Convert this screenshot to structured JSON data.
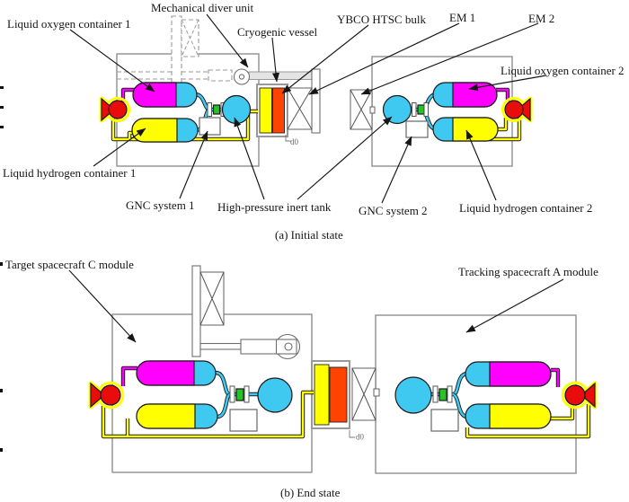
{
  "figure": {
    "panel_a": {
      "caption": "(a) Initial state",
      "labels": {
        "mechanical_diver_unit": "Mechanical diver unit",
        "liquid_oxygen_container_1": "Liquid oxygen container 1",
        "cryogenic_vessel": "Cryogenic vessel",
        "ybco_htsc_bulk": "YBCO HTSC bulk",
        "em_1": "EM 1",
        "em_2": "EM 2",
        "liquid_oxygen_container_2": "Liquid oxygen container 2",
        "liquid_hydrogen_container_1": "Liquid hydrogen container 1",
        "gnc_system_1": "GNC system 1",
        "high_pressure_inert_tank": "High-pressure inert tank",
        "gnc_system_2": "GNC system 2",
        "liquid_hydrogen_container_2": "Liquid hydrogen container 2",
        "gap_dimension": "d0"
      }
    },
    "panel_b": {
      "caption": "(b) End state",
      "labels": {
        "target_spacecraft": "Target spacecraft C module",
        "tracking_spacecraft": "Tracking spacecraft A module",
        "gap_dimension": "d0"
      }
    },
    "colors": {
      "liquid_oxygen": "#ff00ff",
      "liquid_hydrogen": "#ffff00",
      "pressurant": "#3fc8f0",
      "engine": "#e80c0c",
      "ybco": "#ff4300",
      "valve": "#27c227",
      "module_outline": "#8f8f8f"
    }
  }
}
